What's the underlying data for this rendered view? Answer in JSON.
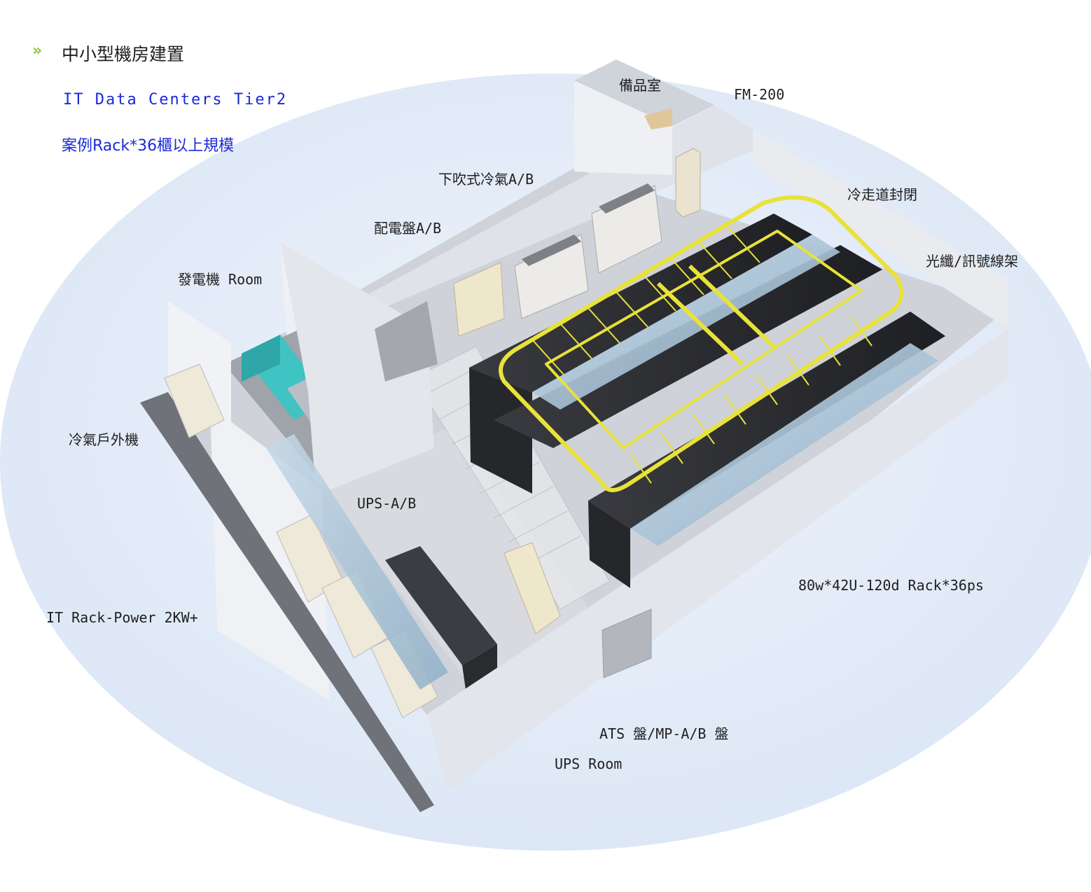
{
  "header": {
    "title": "中小型機房建置",
    "subtitle_1": "IT Data Centers Tier2",
    "subtitle_2": "案例Rack*36櫃以上規模"
  },
  "labels": {
    "spare_room": "備品室",
    "fm200": "FM-200",
    "downflow_ac": "下吹式冷氣A/B",
    "cold_aisle": "冷走道封閉",
    "distribution_panel": "配電盤A/B",
    "fiber_tray": "光纖/訊號線架",
    "generator_room": "發電機 Room",
    "ac_outdoor": "冷氣戶外機",
    "ups_ab": "UPS-A/B",
    "rack_spec": "80w*42U-120d Rack*36ps",
    "rack_power": "IT Rack-Power 2KW+",
    "ats_panel": "ATS 盤/MP-A/B 盤",
    "ups_room": "UPS Room"
  },
  "colors": {
    "background_oval": "#e3ecf8",
    "wall": "#e6e8ee",
    "floor": "#c9ccd3",
    "rack": "#2b2c30",
    "cable_tray": "#e8e23a",
    "glass": "#a9c4d8",
    "generator": "#3fc3c3",
    "subtitle_blue": "#1b2ad8",
    "header_arrow": "#8fc33a"
  }
}
